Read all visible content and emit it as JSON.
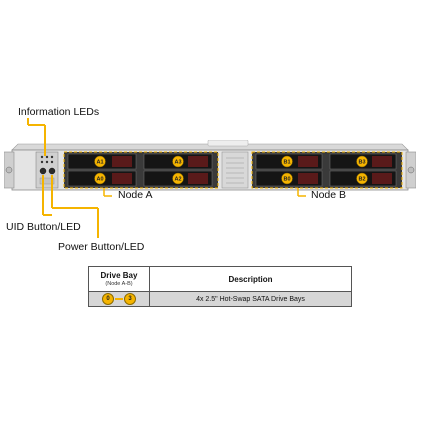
{
  "callouts": {
    "info_leds": "Information LEDs",
    "uid_button": "UID Button/LED",
    "power_button": "Power Button/LED",
    "node_a": "Node A",
    "node_b": "Node B"
  },
  "drive_labels": {
    "a1": "A1",
    "a0": "A0",
    "a3": "A3",
    "a2": "A2",
    "b1": "B1",
    "b0": "B0",
    "b3": "B3",
    "b2": "B2"
  },
  "accent_color": "#f5b400",
  "table": {
    "header_bay": "Drive Bay",
    "header_bay_sub": "(Node A-B)",
    "header_desc": "Description",
    "rows": [
      {
        "bay_start": "0",
        "bay_end": "3",
        "description": "4x 2.5\" Hot-Swap SATA Drive Bays"
      }
    ]
  }
}
